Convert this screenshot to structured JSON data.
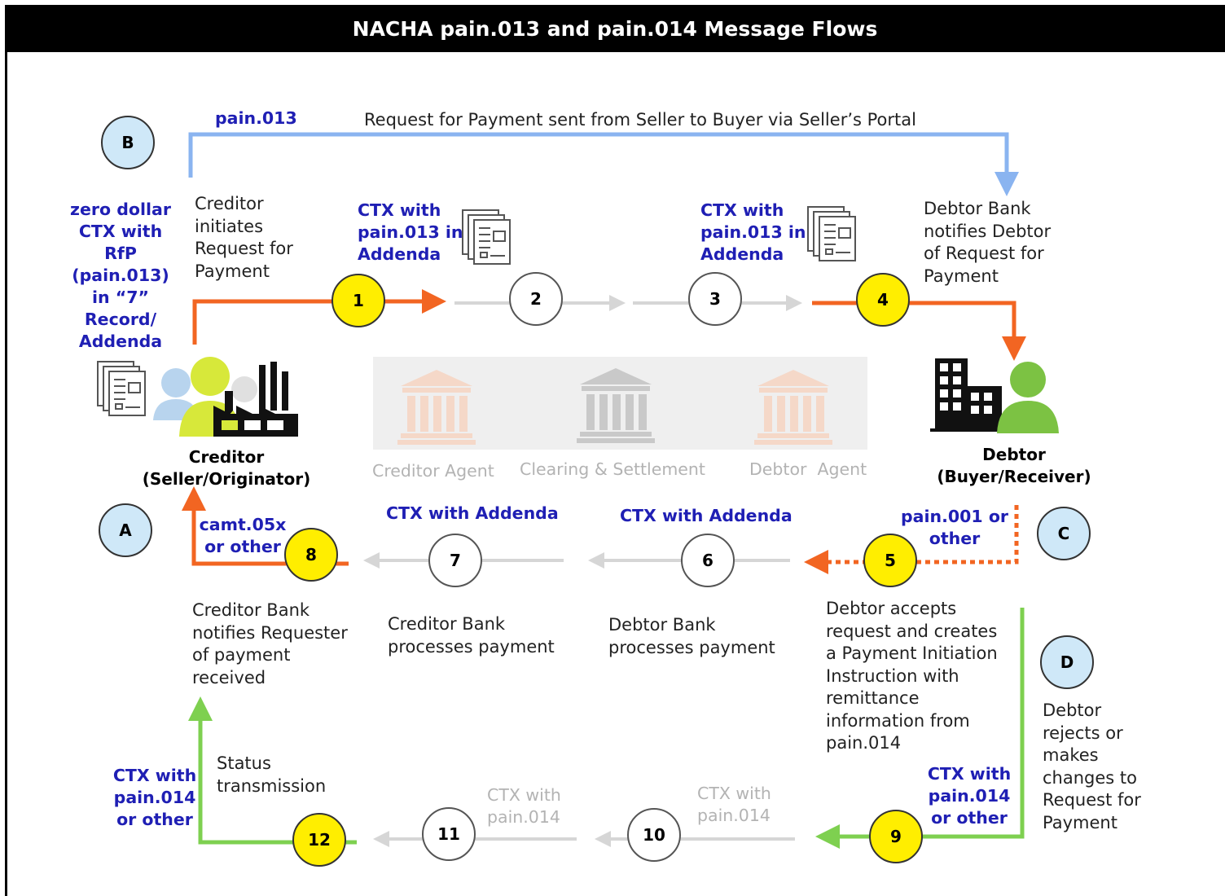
{
  "title": "NACHA pain.013 and pain.014 Message Flows",
  "top_flow": {
    "label": "pain.013",
    "description": "Request for Payment sent from Seller to Buyer via Seller’s Portal"
  },
  "circles": {
    "A": "A",
    "B": "B",
    "C": "C",
    "D": "D",
    "s1": "1",
    "s2": "2",
    "s3": "3",
    "s4": "4",
    "s5": "5",
    "s6": "6",
    "s7": "7",
    "s8": "8",
    "s9": "9",
    "s10": "10",
    "s11": "11",
    "s12": "12"
  },
  "labels": {
    "zero_dollar": "zero dollar\nCTX with\nRfP\n(pain.013)\nin “7”\nRecord/\nAddenda",
    "creditor_initiates": "Creditor\ninitiates\nRequest for\nPayment",
    "ctx_013_a": "CTX with\npain.013 in\nAddenda",
    "ctx_013_b": "CTX with\npain.013 in\nAddenda",
    "debtor_bank_notifies": "Debtor Bank\nnotifies Debtor\nof Request for\nPayment",
    "creditor_name": "Creditor\n(Seller/Originator)",
    "debtor_name": "Debtor\n(Buyer/Receiver)",
    "creditor_agent": "Creditor Agent",
    "clearing": "Clearing & Settlement",
    "debtor_agent": "Debtor  Agent",
    "camt": "camt.05x\nor other",
    "ctx_addenda_7": "CTX with Addenda",
    "ctx_addenda_6": "CTX with Addenda",
    "pain001": "pain.001 or\nother",
    "creditor_bank_notifies": "Creditor Bank\nnotifies Requester\nof payment\nreceived",
    "creditor_bank_processes": "Creditor Bank\nprocesses payment",
    "debtor_bank_processes": "Debtor Bank\nprocesses payment",
    "debtor_accepts": "Debtor accepts\nrequest and creates\na Payment Initiation\nInstruction with\nremittance\ninformation from\npain.014",
    "debtor_rejects": "Debtor\nrejects or\nmakes\nchanges to\nRequest for\nPayment",
    "ctx_014_9": "CTX with\npain.014\nor other",
    "ctx_014_12": "CTX with\npain.014\nor other",
    "status_transmission": "Status\ntransmission",
    "ctx_014_11": "CTX with\npain.014",
    "ctx_014_10": "CTX with\npain.014"
  },
  "colors": {
    "orange": "#f26522",
    "blue_arrow": "#8ab4f0",
    "green": "#7ed050",
    "yellow": "#ffee00",
    "light_blue_circle": "#cfe8f8",
    "label_blue": "#1f1fb4"
  },
  "icons": [
    "document-stack-icon",
    "creditor-people-factory-icon",
    "debtor-building-person-icon",
    "bank-building-icon"
  ]
}
